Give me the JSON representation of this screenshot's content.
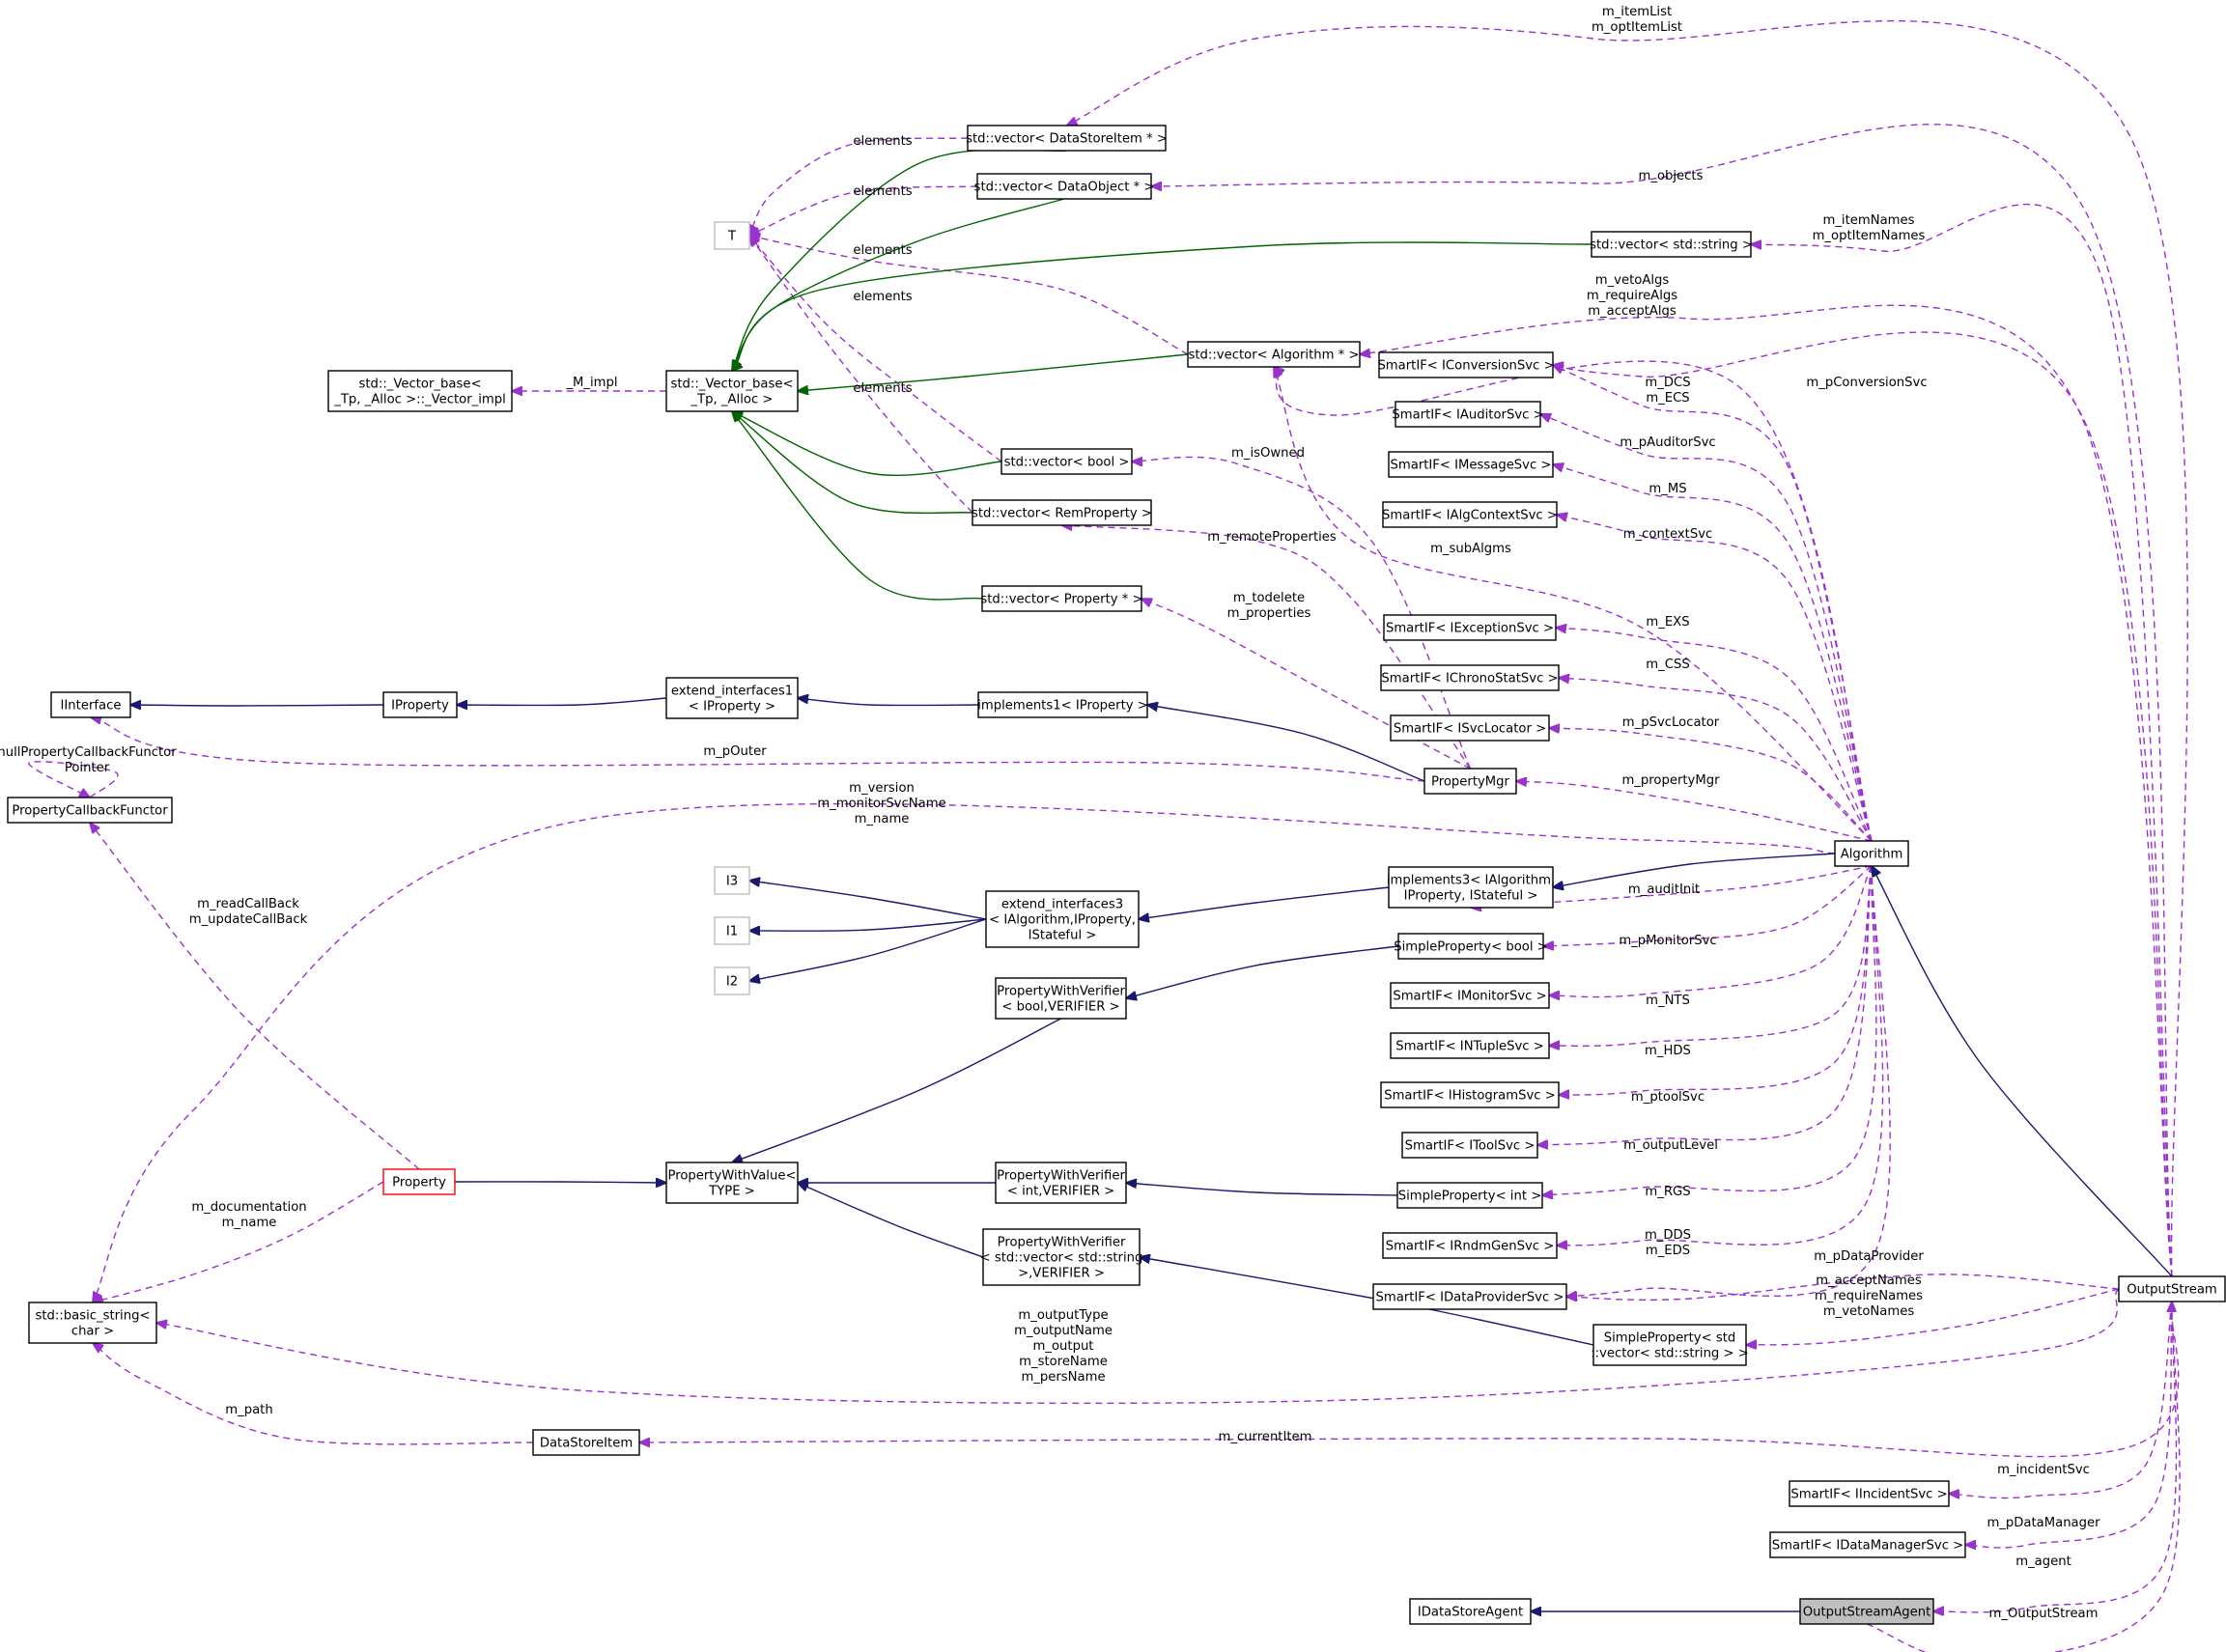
{
  "nodes": [
    {
      "id": "vec_dsi",
      "lines": [
        "std::vector< DataStoreItem * >"
      ]
    },
    {
      "id": "vec_dobj",
      "lines": [
        "std::vector< DataObject * >"
      ]
    },
    {
      "id": "T",
      "lines": [
        "T"
      ]
    },
    {
      "id": "vec_str",
      "lines": [
        "std::vector< std::string >"
      ]
    },
    {
      "id": "vec_alg",
      "lines": [
        "std::vector< Algorithm * >"
      ]
    },
    {
      "id": "vimpl",
      "lines": [
        "std::_Vector_base<",
        "_Tp, _Alloc >::_Vector_impl"
      ]
    },
    {
      "id": "vbase",
      "lines": [
        "std::_Vector_base<",
        "_Tp, _Alloc >"
      ]
    },
    {
      "id": "vec_bool",
      "lines": [
        "std::vector< bool >"
      ]
    },
    {
      "id": "vec_rem",
      "lines": [
        "std::vector< RemProperty >"
      ]
    },
    {
      "id": "vec_prop",
      "lines": [
        "std::vector< Property * >"
      ]
    },
    {
      "id": "sif_conv",
      "lines": [
        "SmartIF< IConversionSvc >"
      ]
    },
    {
      "id": "sif_aud",
      "lines": [
        "SmartIF< IAuditorSvc >"
      ]
    },
    {
      "id": "sif_msg",
      "lines": [
        "SmartIF< IMessageSvc >"
      ]
    },
    {
      "id": "sif_actx",
      "lines": [
        "SmartIF< IAlgContextSvc >"
      ]
    },
    {
      "id": "sif_exc",
      "lines": [
        "SmartIF< IExceptionSvc >"
      ]
    },
    {
      "id": "sif_chr",
      "lines": [
        "SmartIF< IChronoStatSvc >"
      ]
    },
    {
      "id": "sif_loc",
      "lines": [
        "SmartIF< ISvcLocator >"
      ]
    },
    {
      "id": "iinterface",
      "lines": [
        "IInterface"
      ]
    },
    {
      "id": "iproperty",
      "lines": [
        "IProperty"
      ]
    },
    {
      "id": "ext1",
      "lines": [
        "extend_interfaces1",
        "< IProperty >"
      ]
    },
    {
      "id": "impl1",
      "lines": [
        "implements1< IProperty >"
      ]
    },
    {
      "id": "pcbf",
      "lines": [
        "PropertyCallbackFunctor"
      ]
    },
    {
      "id": "pmgr",
      "lines": [
        "PropertyMgr"
      ]
    },
    {
      "id": "algorithm",
      "lines": [
        "Algorithm"
      ]
    },
    {
      "id": "I3",
      "lines": [
        "I3"
      ]
    },
    {
      "id": "I1",
      "lines": [
        "I1"
      ]
    },
    {
      "id": "I2",
      "lines": [
        "I2"
      ]
    },
    {
      "id": "ext3",
      "lines": [
        "extend_interfaces3",
        "< IAlgorithm,IProperty,",
        "IStateful >"
      ]
    },
    {
      "id": "impl3",
      "lines": [
        "implements3< IAlgorithm,",
        "IProperty, IStateful >"
      ]
    },
    {
      "id": "sp_bool",
      "lines": [
        "SimpleProperty< bool >"
      ]
    },
    {
      "id": "pwv_bool",
      "lines": [
        "PropertyWithVerifier",
        "< bool,VERIFIER >"
      ]
    },
    {
      "id": "sif_mon",
      "lines": [
        "SmartIF< IMonitorSvc >"
      ]
    },
    {
      "id": "sif_nt",
      "lines": [
        "SmartIF< INTupleSvc >"
      ]
    },
    {
      "id": "sif_hist",
      "lines": [
        "SmartIF< IHistogramSvc >"
      ]
    },
    {
      "id": "sif_tool",
      "lines": [
        "SmartIF< IToolSvc >"
      ]
    },
    {
      "id": "property",
      "lines": [
        "Property"
      ]
    },
    {
      "id": "pwval",
      "lines": [
        "PropertyWithValue<",
        "TYPE >"
      ]
    },
    {
      "id": "pwv_int",
      "lines": [
        "PropertyWithVerifier",
        "< int,VERIFIER >"
      ]
    },
    {
      "id": "sp_int",
      "lines": [
        "SimpleProperty< int >"
      ]
    },
    {
      "id": "sif_rnd",
      "lines": [
        "SmartIF< IRndmGenSvc >"
      ]
    },
    {
      "id": "pwv_vs",
      "lines": [
        "PropertyWithVerifier",
        "< std::vector< std::string",
        ">,VERIFIER >"
      ]
    },
    {
      "id": "sif_dp",
      "lines": [
        "SmartIF< IDataProviderSvc >"
      ]
    },
    {
      "id": "ostream",
      "lines": [
        "OutputStream"
      ]
    },
    {
      "id": "bstr",
      "lines": [
        "std::basic_string<",
        "char >"
      ]
    },
    {
      "id": "sp_vs",
      "lines": [
        "SimpleProperty< std",
        "::vector< std::string > >"
      ]
    },
    {
      "id": "dsi",
      "lines": [
        "DataStoreItem"
      ]
    },
    {
      "id": "sif_inc",
      "lines": [
        "SmartIF< IIncidentSvc >"
      ]
    },
    {
      "id": "sif_dm",
      "lines": [
        "SmartIF< IDataManagerSvc >"
      ]
    },
    {
      "id": "idsa",
      "lines": [
        "IDataStoreAgent"
      ]
    },
    {
      "id": "osa",
      "lines": [
        "OutputStreamAgent"
      ]
    }
  ],
  "edge_labels": [
    {
      "id": "l_itemlist",
      "lines": [
        "m_itemList",
        "m_optItemList"
      ]
    },
    {
      "id": "l_el1",
      "lines": [
        "elements"
      ]
    },
    {
      "id": "l_el2",
      "lines": [
        "elements"
      ]
    },
    {
      "id": "l_el3",
      "lines": [
        "elements"
      ]
    },
    {
      "id": "l_el4",
      "lines": [
        "elements"
      ]
    },
    {
      "id": "l_el5",
      "lines": [
        "elements"
      ]
    },
    {
      "id": "l_objects",
      "lines": [
        "m_objects"
      ]
    },
    {
      "id": "l_itemnames",
      "lines": [
        "m_itemNames",
        "m_optItemNames"
      ]
    },
    {
      "id": "l_veto",
      "lines": [
        "m_vetoAlgs",
        "m_requireAlgs",
        "m_acceptAlgs"
      ]
    },
    {
      "id": "l_mimpl",
      "lines": [
        "_M_impl"
      ]
    },
    {
      "id": "l_pconv",
      "lines": [
        "m_pConversionSvc"
      ]
    },
    {
      "id": "l_dcs",
      "lines": [
        "m_DCS",
        "m_ECS"
      ]
    },
    {
      "id": "l_paud",
      "lines": [
        "m_pAuditorSvc"
      ]
    },
    {
      "id": "l_isowned",
      "lines": [
        "m_isOwned"
      ]
    },
    {
      "id": "l_ms",
      "lines": [
        "m_MS"
      ]
    },
    {
      "id": "l_ctx",
      "lines": [
        "m_contextSvc"
      ]
    },
    {
      "id": "l_remote",
      "lines": [
        "m_remoteProperties"
      ]
    },
    {
      "id": "l_subalg",
      "lines": [
        "m_subAlgms"
      ]
    },
    {
      "id": "l_todel",
      "lines": [
        "m_todelete",
        "m_properties"
      ]
    },
    {
      "id": "l_exs",
      "lines": [
        "m_EXS"
      ]
    },
    {
      "id": "l_css",
      "lines": [
        "m_CSS"
      ]
    },
    {
      "id": "l_nullpcb",
      "lines": [
        "nullPropertyCallbackFunctor",
        "Pointer"
      ]
    },
    {
      "id": "l_psvcloc",
      "lines": [
        "m_pSvcLocator"
      ]
    },
    {
      "id": "l_pouter",
      "lines": [
        "m_pOuter"
      ]
    },
    {
      "id": "l_pmgr",
      "lines": [
        "m_propertyMgr"
      ]
    },
    {
      "id": "l_version",
      "lines": [
        "m_version",
        "m_monitorSvcName",
        "m_name"
      ]
    },
    {
      "id": "l_auditinit",
      "lines": [
        "m_auditInit"
      ]
    },
    {
      "id": "l_callback",
      "lines": [
        "m_readCallBack",
        "m_updateCallBack"
      ]
    },
    {
      "id": "l_pmon",
      "lines": [
        "m_pMonitorSvc"
      ]
    },
    {
      "id": "l_nts",
      "lines": [
        "m_NTS"
      ]
    },
    {
      "id": "l_hds",
      "lines": [
        "m_HDS"
      ]
    },
    {
      "id": "l_ptool",
      "lines": [
        "m_ptoolSvc"
      ]
    },
    {
      "id": "l_outlvl",
      "lines": [
        "m_outputLevel"
      ]
    },
    {
      "id": "l_doc",
      "lines": [
        "m_documentation",
        "m_name"
      ]
    },
    {
      "id": "l_rgs",
      "lines": [
        "m_RGS"
      ]
    },
    {
      "id": "l_dds",
      "lines": [
        "m_DDS",
        "m_EDS"
      ]
    },
    {
      "id": "l_pdp",
      "lines": [
        "m_pDataProvider"
      ]
    },
    {
      "id": "l_accnames",
      "lines": [
        "m_acceptNames",
        "m_requireNames",
        "m_vetoNames"
      ]
    },
    {
      "id": "l_outtype",
      "lines": [
        "m_outputType",
        "m_outputName",
        "m_output",
        "m_storeName",
        "m_persName"
      ]
    },
    {
      "id": "l_path",
      "lines": [
        "m_path"
      ]
    },
    {
      "id": "l_curitem",
      "lines": [
        "m_currentItem"
      ]
    },
    {
      "id": "l_incsvc",
      "lines": [
        "m_incidentSvc"
      ]
    },
    {
      "id": "l_pdm",
      "lines": [
        "m_pDataManager"
      ]
    },
    {
      "id": "l_agent",
      "lines": [
        "m_agent"
      ]
    },
    {
      "id": "l_ostream",
      "lines": [
        "m_OutputStream"
      ]
    }
  ],
  "colors": {
    "inheritance": "#191970",
    "template": "#006400",
    "usage": "#9a32cd",
    "undocumented_border": "#bfbfbf",
    "truncated_border": "#ff0000",
    "focus_fill": "#bfbfbf"
  }
}
